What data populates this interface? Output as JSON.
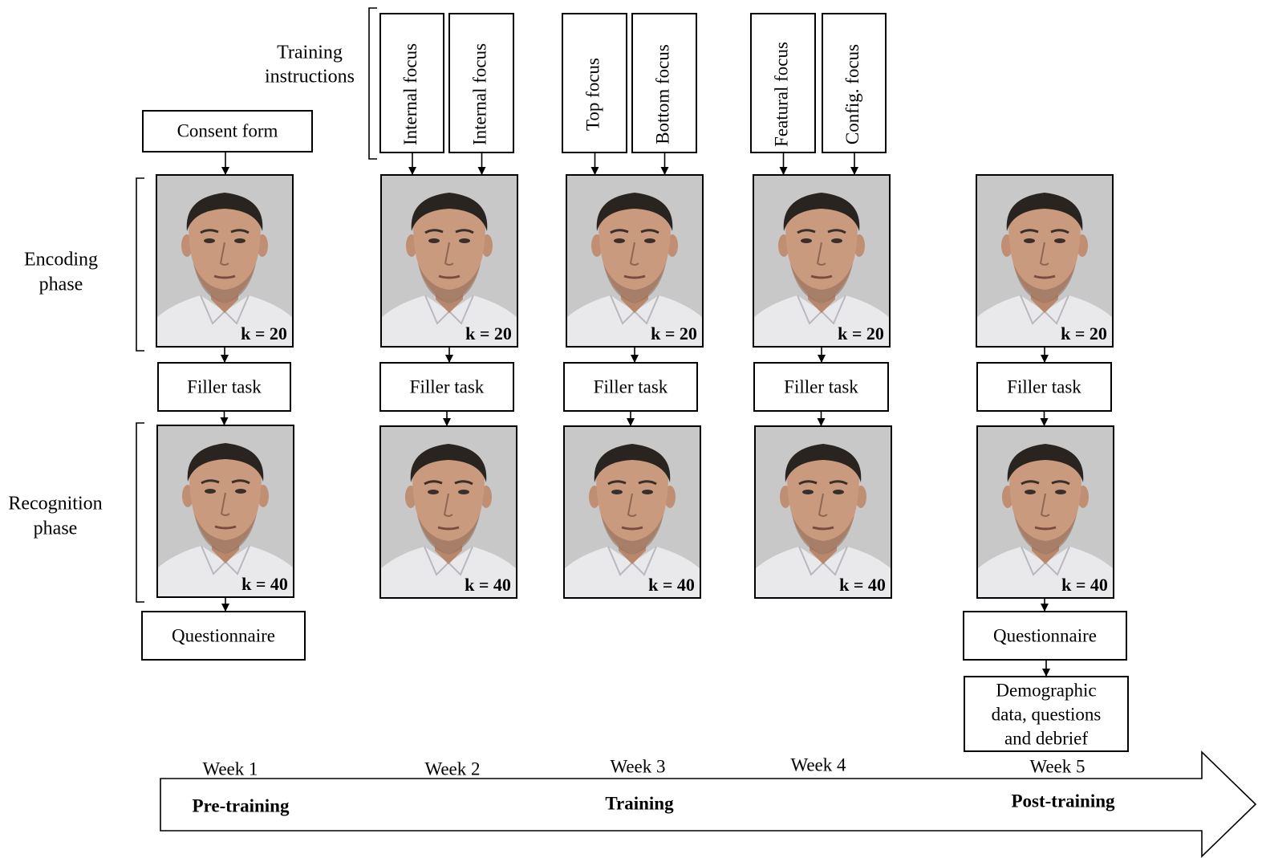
{
  "side_labels": {
    "training_instructions": [
      "Training",
      "instructions"
    ],
    "encoding_phase": [
      "Encoding",
      "phase"
    ],
    "recognition_phase": [
      "Recognition",
      "phase"
    ]
  },
  "boxes": {
    "consent_form": "Consent form",
    "filler_task": "Filler task",
    "questionnaire": "Questionnaire",
    "demographic": [
      "Demographic",
      "data, questions",
      "and debrief"
    ]
  },
  "instructions": {
    "week2": [
      "Internal focus",
      "Internal focus"
    ],
    "week3": [
      "Top focus",
      "Bottom focus"
    ],
    "week4": [
      "Featural focus",
      "Config. focus"
    ]
  },
  "encoding_k": "k = 20",
  "recognition_k": "k = 40",
  "weeks": [
    "Week 1",
    "Week 2",
    "Week 3",
    "Week 4",
    "Week 5"
  ],
  "stages": [
    "Pre-training",
    "Training",
    "Post-training"
  ],
  "colors": {
    "photo_background": "#c8c8c8",
    "skin": "#c99a7e",
    "hair": "#2a2420",
    "shirt": "#e9e9ec"
  }
}
